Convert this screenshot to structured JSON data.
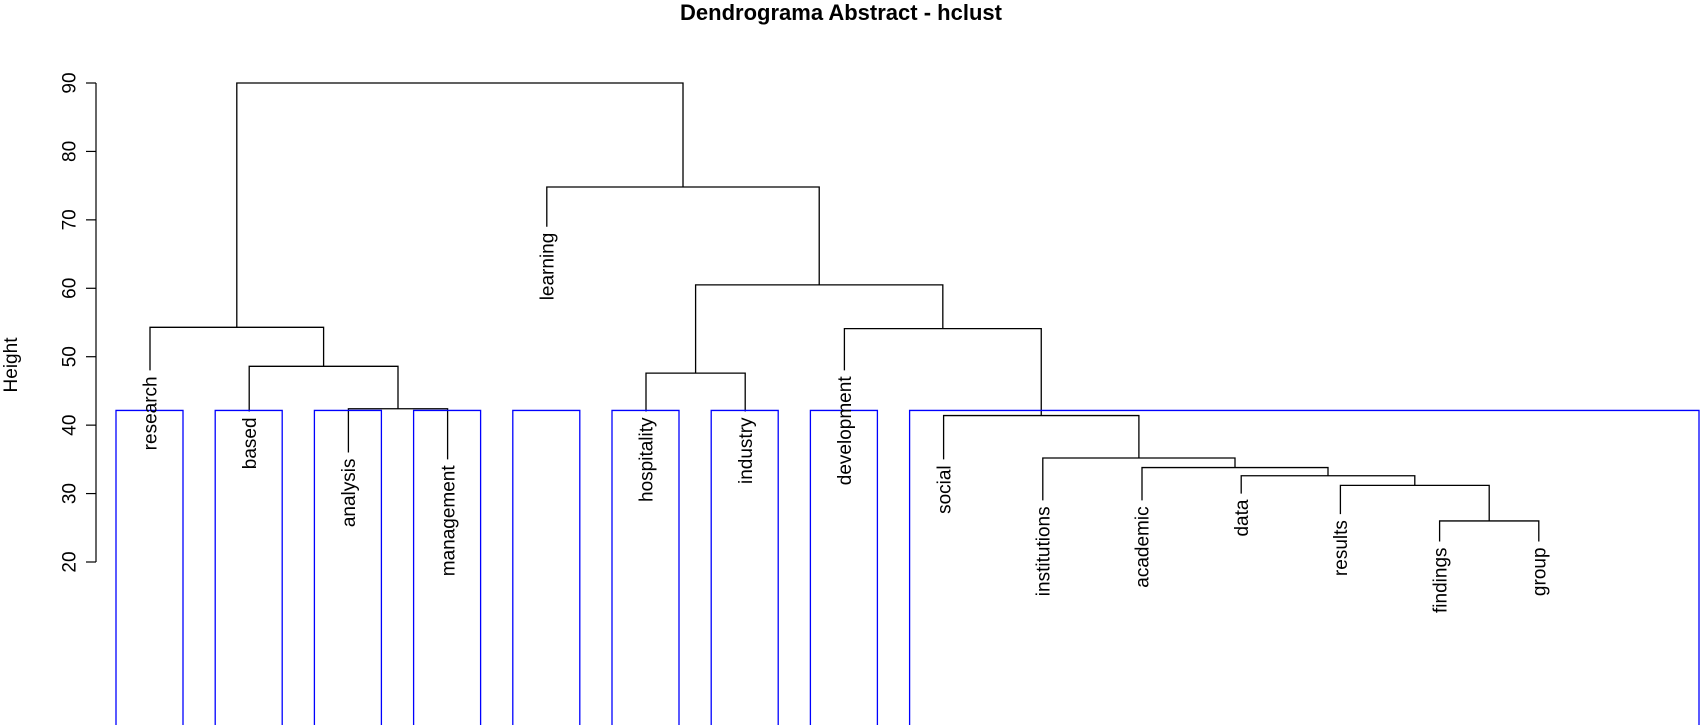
{
  "chart_data": {
    "type": "dendrogram",
    "title": "Dendrograma Abstract - hclust",
    "ylabel": "Height",
    "xlabel": "",
    "ylim": [
      20,
      90
    ],
    "yticks": [
      20,
      30,
      40,
      50,
      60,
      70,
      80,
      90
    ],
    "grid": false,
    "leaves": [
      {
        "label": "research",
        "height": 48
      },
      {
        "label": "based",
        "height": 42
      },
      {
        "label": "analysis",
        "height": 36
      },
      {
        "label": "management",
        "height": 35
      },
      {
        "label": "learning",
        "height": 69
      },
      {
        "label": "hospitality",
        "height": 42
      },
      {
        "label": "industry",
        "height": 42
      },
      {
        "label": "development",
        "height": 48
      },
      {
        "label": "social",
        "height": 35
      },
      {
        "label": "institutions",
        "height": 29
      },
      {
        "label": "academic",
        "height": 29
      },
      {
        "label": "data",
        "height": 30
      },
      {
        "label": "results",
        "height": 27
      },
      {
        "label": "findings",
        "height": 23
      },
      {
        "label": "group",
        "height": 23
      }
    ],
    "merges": [
      {
        "id": "m_fg",
        "left": "findings",
        "right": "group",
        "height": 26
      },
      {
        "id": "m_rfg",
        "left": "results",
        "right": "m_fg",
        "height": 31.2
      },
      {
        "id": "m_drfg",
        "left": "data",
        "right": "m_rfg",
        "height": 32.6
      },
      {
        "id": "m_adrfg",
        "left": "academic",
        "right": "m_drfg",
        "height": 33.8
      },
      {
        "id": "m_i",
        "left": "institutions",
        "right": "m_adrfg",
        "height": 35.2
      },
      {
        "id": "m_am",
        "left": "analysis",
        "right": "management",
        "height": 42.4
      },
      {
        "id": "m_s",
        "left": "social",
        "right": "m_i",
        "height": 41.4
      },
      {
        "id": "m_hi",
        "left": "hospitality",
        "right": "industry",
        "height": 47.6
      },
      {
        "id": "m_bam",
        "left": "based",
        "right": "m_am",
        "height": 48.6
      },
      {
        "id": "m_ds",
        "left": "development",
        "right": "m_s",
        "height": 54.1
      },
      {
        "id": "m_rb",
        "left": "research",
        "right": "m_bam",
        "height": 54.3
      },
      {
        "id": "m_hids",
        "left": "m_hi",
        "right": "m_ds",
        "height": 60.5
      },
      {
        "id": "m_lh",
        "left": "learning",
        "right": "m_hids",
        "height": 74.8
      },
      {
        "id": "m_root",
        "left": "m_rb",
        "right": "m_lh",
        "height": 90
      }
    ],
    "clusters": {
      "cut_height": 42,
      "border_color": "#0000ff",
      "groups": [
        [
          "research"
        ],
        [
          "based"
        ],
        [
          "analysis"
        ],
        [
          "management"
        ],
        [
          "learning"
        ],
        [
          "hospitality"
        ],
        [
          "industry"
        ],
        [
          "development"
        ],
        [
          "social",
          "institutions",
          "academic",
          "data",
          "results",
          "findings",
          "group"
        ]
      ]
    }
  }
}
